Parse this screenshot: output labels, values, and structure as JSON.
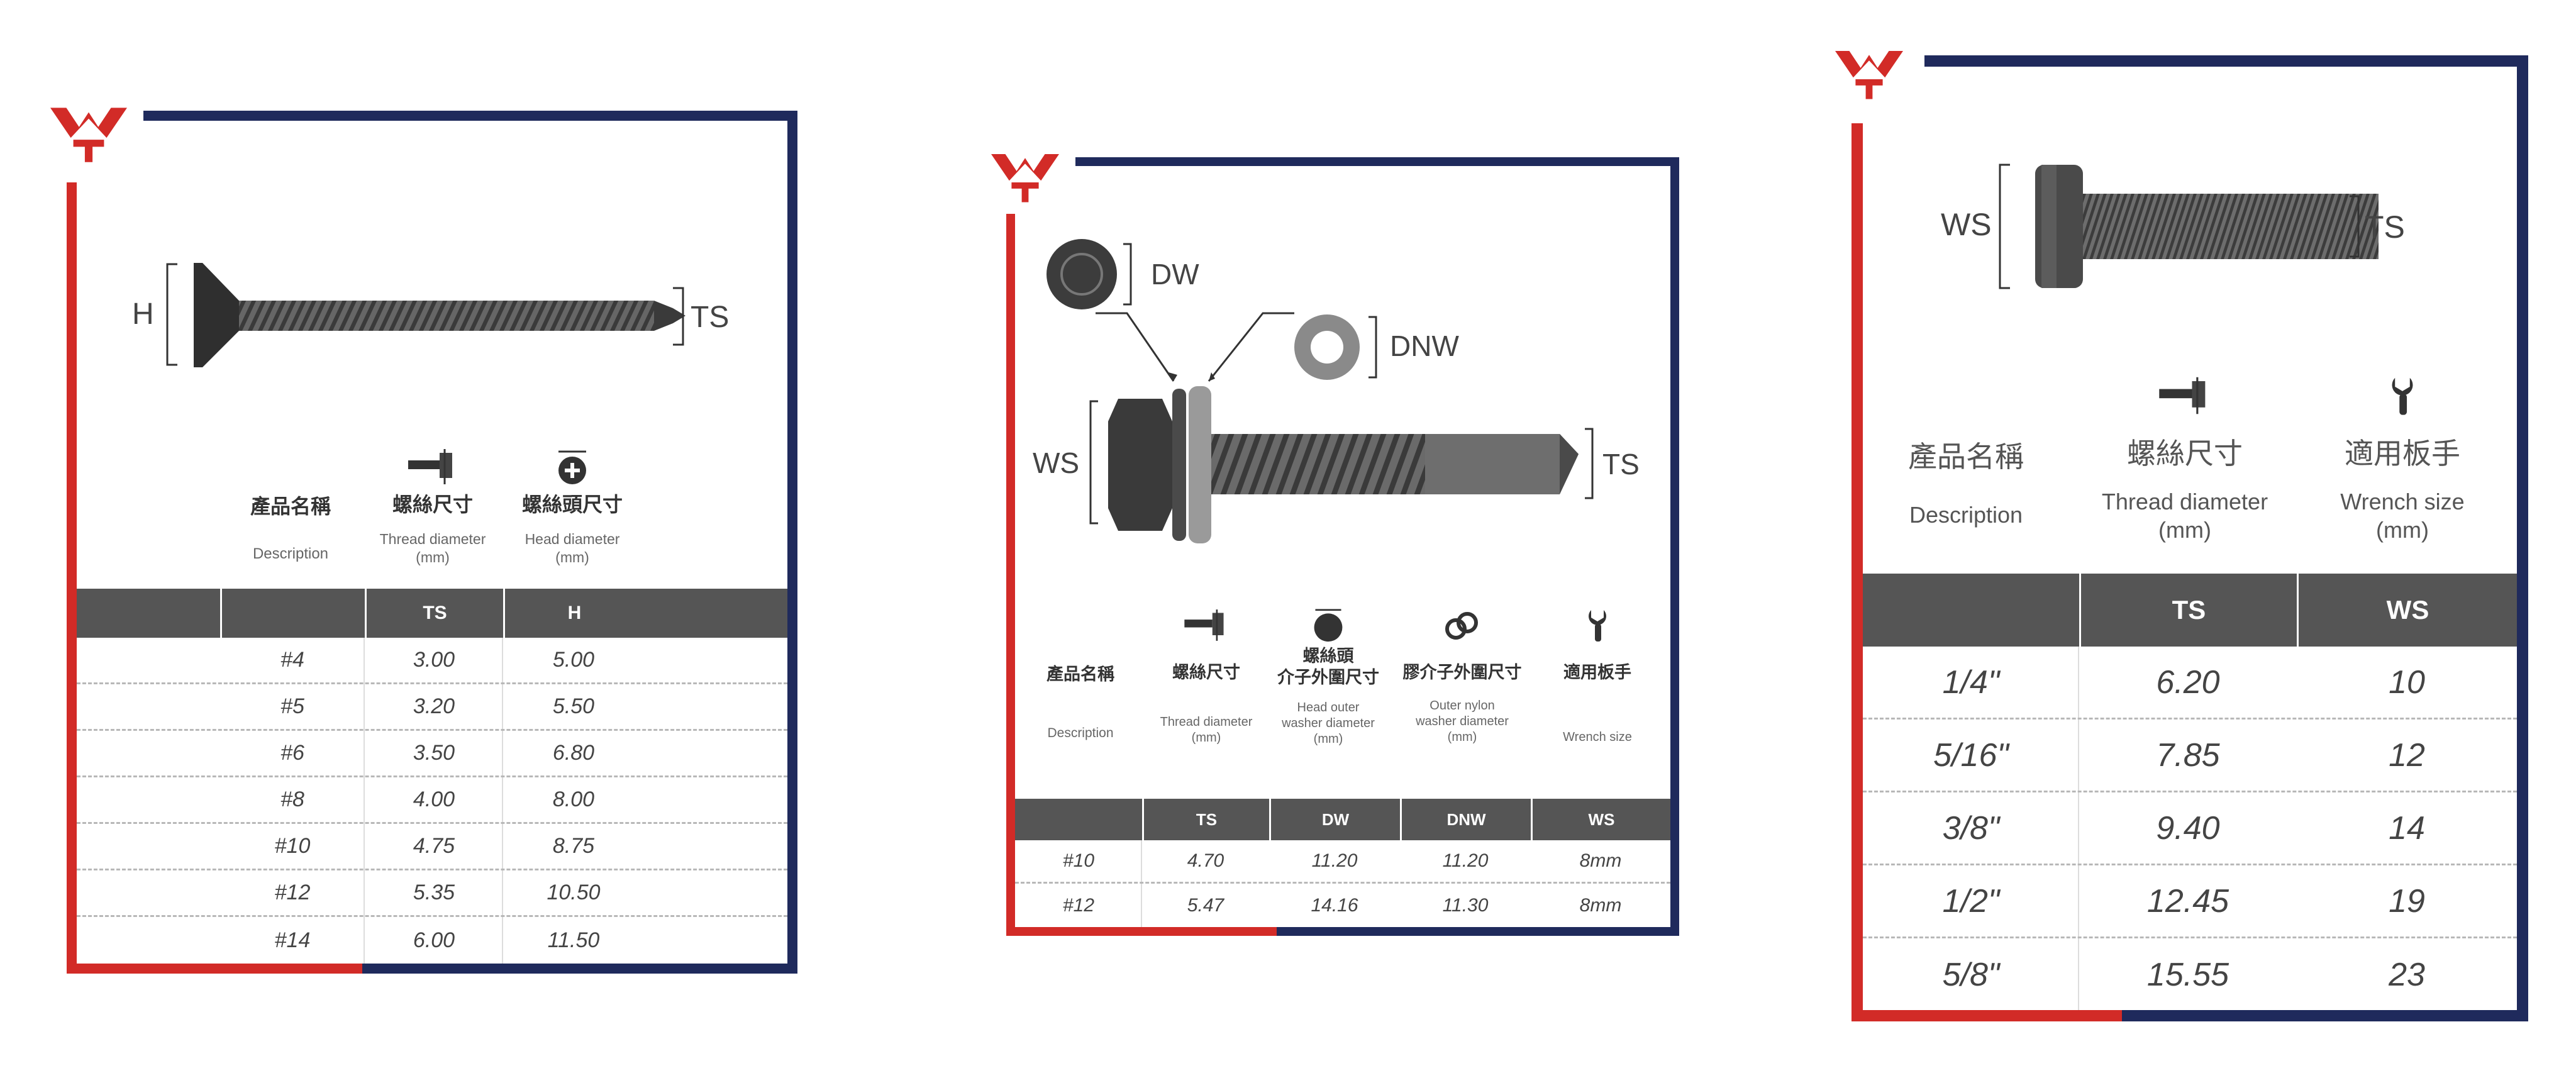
{
  "colors": {
    "red": "#d22b27",
    "navy": "#1f2a5c",
    "bar": "#555555",
    "dashed": "#b8b8b8"
  },
  "card1": {
    "labels": {
      "left": "H",
      "right": "TS"
    },
    "columns": [
      {
        "zh": "產品名稱",
        "en": "Description",
        "code": "",
        "icon": ""
      },
      {
        "zh": "螺絲尺寸",
        "en": "Thread diameter\n(mm)",
        "code": "TS",
        "icon": "thread-diameter-icon"
      },
      {
        "zh": "螺絲頭尺寸",
        "en": "Head diameter\n(mm)",
        "code": "H",
        "icon": "head-diameter-icon"
      }
    ],
    "rows": [
      [
        "#4",
        "3.00",
        "5.00"
      ],
      [
        "#5",
        "3.20",
        "5.50"
      ],
      [
        "#6",
        "3.50",
        "6.80"
      ],
      [
        "#8",
        "4.00",
        "8.00"
      ],
      [
        "#10",
        "4.75",
        "8.75"
      ],
      [
        "#12",
        "5.35",
        "10.50"
      ],
      [
        "#14",
        "6.00",
        "11.50"
      ]
    ]
  },
  "card2": {
    "labels": {
      "dw": "DW",
      "dnw": "DNW",
      "ws": "WS",
      "ts": "TS"
    },
    "columns": [
      {
        "zh": "產品名稱",
        "en": "Description",
        "code": "",
        "icon": ""
      },
      {
        "zh": "螺絲尺寸",
        "en": "Thread diameter\n(mm)",
        "code": "TS",
        "icon": "thread-diameter-icon"
      },
      {
        "zh": "螺絲頭\n介子外圍尺寸",
        "en": "Head outer\nwasher diameter\n(mm)",
        "code": "DW",
        "icon": "washer-icon"
      },
      {
        "zh": "膠介子外圍尺寸",
        "en": "Outer nylon\nwasher diameter\n(mm)",
        "code": "DNW",
        "icon": "nylon-washer-icon"
      },
      {
        "zh": "適用板手",
        "en": "Wrench size",
        "code": "WS",
        "icon": "wrench-icon"
      }
    ],
    "rows": [
      [
        "#10",
        "4.70",
        "11.20",
        "11.20",
        "8mm"
      ],
      [
        "#12",
        "5.47",
        "14.16",
        "11.30",
        "8mm"
      ]
    ]
  },
  "card3": {
    "labels": {
      "left": "WS",
      "right": "TS"
    },
    "columns": [
      {
        "zh": "產品名稱",
        "en": "Description",
        "code": "",
        "icon": ""
      },
      {
        "zh": "螺絲尺寸",
        "en": "Thread diameter\n(mm)",
        "code": "TS",
        "icon": "thread-diameter-icon"
      },
      {
        "zh": "適用板手",
        "en": "Wrench size\n(mm)",
        "code": "WS",
        "icon": "wrench-icon"
      }
    ],
    "rows": [
      [
        "1/4\"",
        "6.20",
        "10"
      ],
      [
        "5/16\"",
        "7.85",
        "12"
      ],
      [
        "3/8\"",
        "9.40",
        "14"
      ],
      [
        "1/2\"",
        "12.45",
        "19"
      ],
      [
        "5/8\"",
        "15.55",
        "23"
      ]
    ]
  }
}
